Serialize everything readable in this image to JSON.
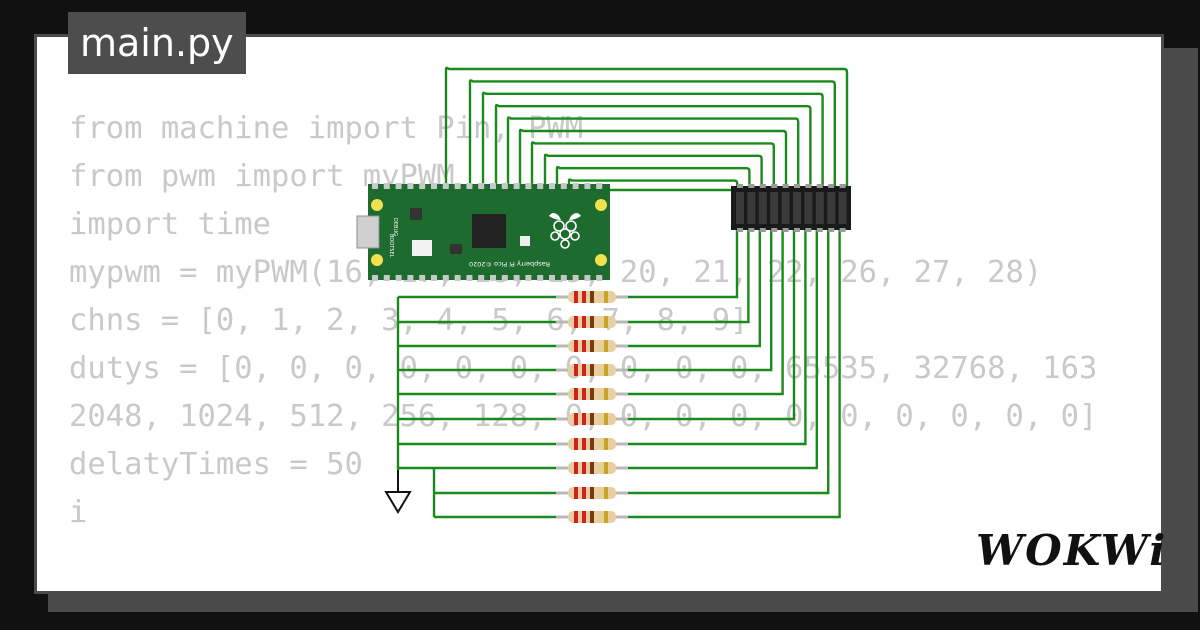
{
  "file_tab": {
    "label": "main.py"
  },
  "code_lines": [
    "from machine import Pin, PWM",
    "from pwm import myPWM",
    "import time",
    "",
    "mypwm = myPWM(16, 17, 18, 19, 20, 21, 22, 26, 27, 28)",
    "chns = [0, 1, 2, 3, 4, 5, 6, 7, 8, 9]",
    "dutys = [0, 0, 0, 0, 0, 0, 0, 0, 0, 0, 65535, 32768, 163",
    "2048, 1024, 512, 256, 128, 0, 0, 0, 0, 0, 0, 0, 0, 0, 0]",
    "delatyTimes = 50",
    "",
    "i"
  ],
  "board": {
    "label": "Raspberry Pi Pico ©2020",
    "bootsel_label": "BOOTSEL",
    "debug_label": "DEBUG"
  },
  "brand": {
    "logo_text": "WOKWi"
  },
  "colors": {
    "wire": "#1a8a1a",
    "board": "#1d6b2f",
    "led_bar": "#1a1a1a",
    "code_text": "#c9c9c9"
  }
}
